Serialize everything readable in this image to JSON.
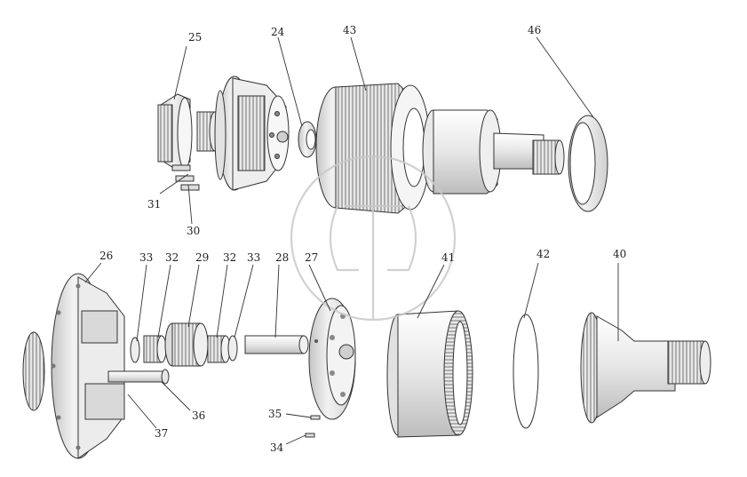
{
  "diagram": {
    "callouts": {
      "c25": "25",
      "c24": "24",
      "c43": "43",
      "c46": "46",
      "c31": "31",
      "c30": "30",
      "c26": "26",
      "c33a": "33",
      "c32a": "32",
      "c29": "29",
      "c32b": "32",
      "c33b": "33",
      "c28": "28",
      "c27": "27",
      "c41": "41",
      "c42": "42",
      "c40": "40",
      "c36": "36",
      "c37": "37",
      "c35": "35",
      "c34": "34"
    },
    "colors": {
      "line": "#333333",
      "fill_light": "#f4f4f4",
      "fill_mid": "#dcdcdc",
      "fill_dark": "#a8a8a8",
      "watermark": "#c9c9c9"
    }
  }
}
